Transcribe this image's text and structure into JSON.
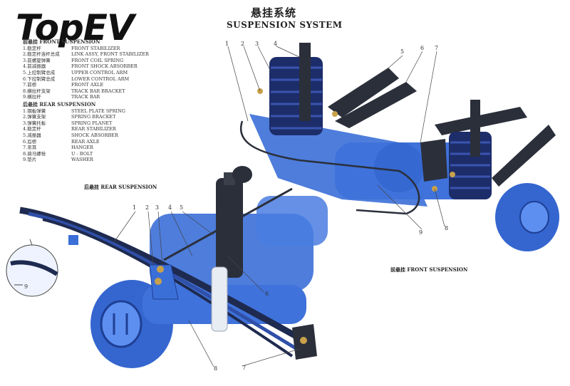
{
  "title_cn": "悬挂系统",
  "title_en": "SUSPENSION SYSTEM",
  "logo_text": "TopEV",
  "legend": {
    "front_header": "前悬挂 FRONT SUSPENSION",
    "front_items": [
      {
        "no": "1.",
        "cn": "稳定杆",
        "en": "FRONT STABILIZER"
      },
      {
        "no": "2.",
        "cn": "稳定杆连杆总成",
        "en": "LINK ASSY, FRONT STABILIZER"
      },
      {
        "no": "3.",
        "cn": "前螺旋弹簧",
        "en": "FRONT COIL SPRING"
      },
      {
        "no": "4.",
        "cn": "前减振器",
        "en": "FRONT SHOCK ABSORBER"
      },
      {
        "no": "5.",
        "cn": "上控制臂总成",
        "en": "UPPER CONTROL ARM"
      },
      {
        "no": "6.",
        "cn": "下控制臂总成",
        "en": "LOWER CONTROL ARM"
      },
      {
        "no": "7.",
        "cn": "前桥",
        "en": "FRONT AXLE"
      },
      {
        "no": "8.",
        "cn": "横拉杆支架",
        "en": "TRACK BAR BRACKET"
      },
      {
        "no": "9.",
        "cn": "横拉杆",
        "en": "TRACK BAR"
      }
    ],
    "rear_header": "后悬挂 REAR SUSPENSION",
    "rear_items": [
      {
        "no": "1.",
        "cn": "钢板弹簧",
        "en": "STEEL PLATE SPRING"
      },
      {
        "no": "2.",
        "cn": "弹簧支架",
        "en": "SPRING BRACKET"
      },
      {
        "no": "3.",
        "cn": "弹簧托板",
        "en": "SPRING PLANET"
      },
      {
        "no": "4.",
        "cn": "稳定杆",
        "en": "REAR STABILIZER"
      },
      {
        "no": "5.",
        "cn": "减振器",
        "en": "SHOCK ABSORBER"
      },
      {
        "no": "6.",
        "cn": "后桥",
        "en": "REAR AXLE"
      },
      {
        "no": "7.",
        "cn": "吊耳",
        "en": "HANGER"
      },
      {
        "no": "8.",
        "cn": "骑马螺栓",
        "en": "U - BOLT"
      },
      {
        "no": "9.",
        "cn": "垫片",
        "en": "WASHER"
      }
    ]
  },
  "captions": {
    "rear": "后悬挂  REAR SUSPENSION",
    "front": "前悬挂  FRONT SUSPENSION"
  },
  "colors": {
    "frame_blue": "#3b6fd8",
    "spring_navy": "#1d2d6a",
    "part_dark": "#2a2f3a",
    "bolt_gold": "#c8a14a"
  }
}
